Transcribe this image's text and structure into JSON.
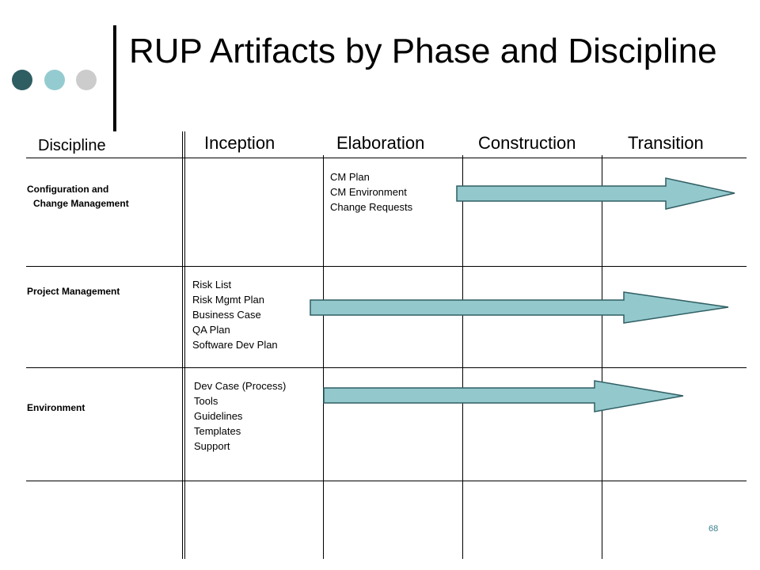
{
  "slide": {
    "title": "RUP Artifacts by Phase and Discipline",
    "page_number": "68",
    "colors": {
      "dot_dark": "#2e5d62",
      "dot_teal": "#94cbd0",
      "dot_grey": "#cccccc",
      "arrow_fill": "#93c8cd",
      "arrow_stroke": "#2f5f63",
      "page_number": "#3a7f8c"
    }
  },
  "table": {
    "discipline_header": "Discipline",
    "phases": [
      "Inception",
      "Elaboration",
      "Construction",
      "Transition"
    ],
    "rows": [
      {
        "discipline_line1": "Configuration and",
        "discipline_line2": "Change Management",
        "artifacts": [
          "CM Plan",
          "CM Environment",
          "Change Requests"
        ],
        "arrow_from_phase": "Construction",
        "arrow_to_phase": "Transition"
      },
      {
        "discipline": "Project Management",
        "artifacts": [
          "Risk List",
          "Risk Mgmt Plan",
          "Business Case",
          "QA Plan",
          "Software Dev Plan"
        ],
        "arrow_from_phase": "Inception",
        "arrow_to_phase": "Transition"
      },
      {
        "discipline": "Environment",
        "artifacts": [
          "Dev Case (Process)",
          "Tools",
          "Guidelines",
          "Templates",
          "Support"
        ],
        "arrow_from_phase": "Elaboration",
        "arrow_to_phase": "Transition"
      }
    ]
  }
}
